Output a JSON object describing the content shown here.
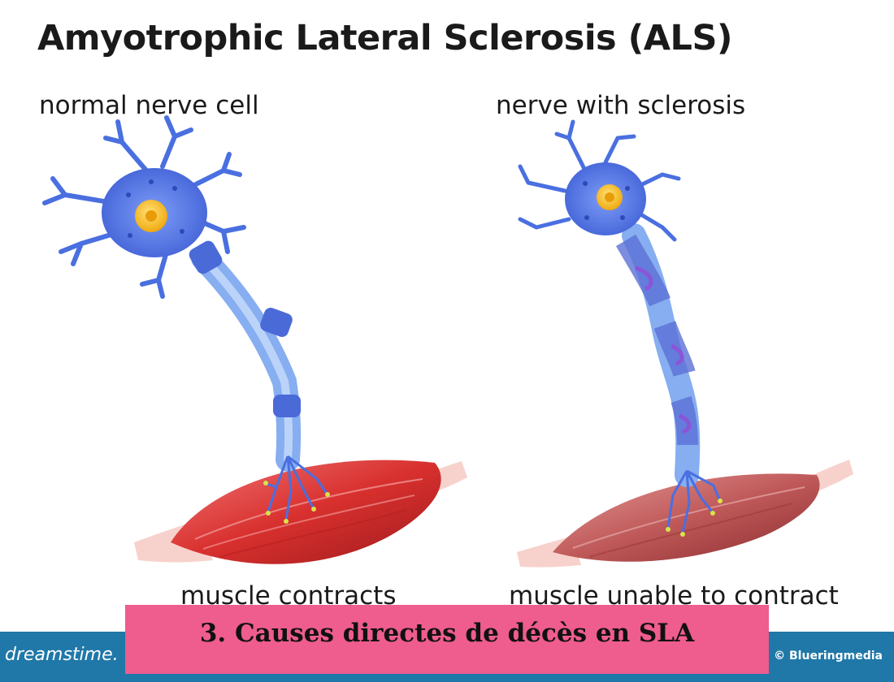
{
  "title": "Amyotrophic Lateral Sclerosis (ALS)",
  "panels": {
    "left": {
      "label": "normal nerve cell",
      "muscle_label": "muscle contracts"
    },
    "right": {
      "label": "nerve with sclerosis",
      "muscle_label": "muscle unable to contract"
    }
  },
  "footer": {
    "brand": "dreamstime.",
    "credit": "© Blueringmedia"
  },
  "banner": {
    "text": "3. Causes directes de décès en SLA"
  },
  "colors": {
    "neuron_body": "#4a6fe0",
    "nucleus": "#f6c21a",
    "axon": "#86aef0",
    "muscle_healthy": "#d8302e",
    "muscle_weak": "#b8494a",
    "footer": "#1f78a8",
    "banner": "#ef5c8e"
  }
}
